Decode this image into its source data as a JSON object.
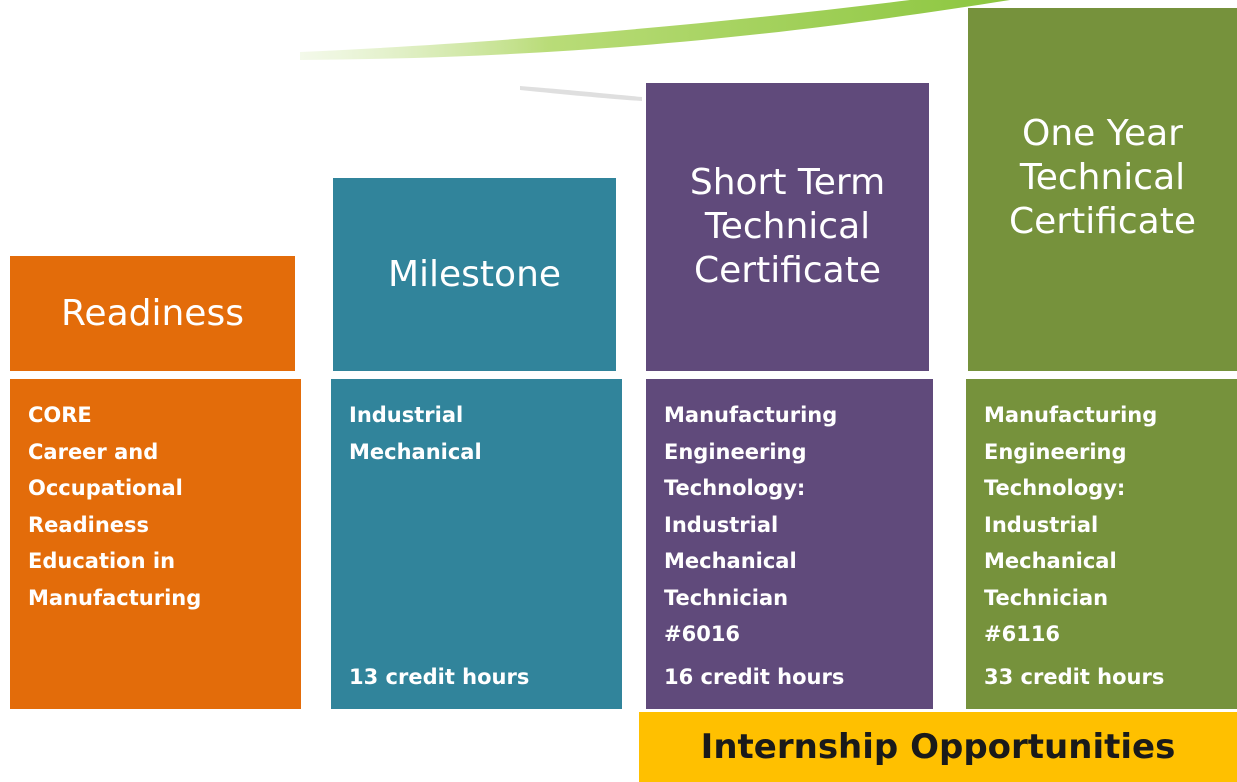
{
  "steps": [
    {
      "header_lines": [
        "Readiness"
      ],
      "body_lines": [
        "CORE",
        "Career and",
        "Occupational",
        "Readiness",
        "Education in",
        "Manufacturing"
      ],
      "credits": "",
      "color": "#e36c0a"
    },
    {
      "header_lines": [
        "Milestone"
      ],
      "body_lines": [
        "Industrial",
        "Mechanical"
      ],
      "credits": "13 credit hours",
      "color": "#31849b"
    },
    {
      "header_lines": [
        "Short Term",
        "Technical",
        "Certificate"
      ],
      "body_lines": [
        "Manufacturing",
        "Engineering",
        "Technology:",
        "Industrial",
        "Mechanical",
        "Technician",
        "#6016"
      ],
      "credits": "16 credit hours",
      "color": "#604a7b"
    },
    {
      "header_lines": [
        "One Year",
        "Technical",
        "Certificate"
      ],
      "body_lines": [
        "Manufacturing",
        "Engineering",
        "Technology:",
        "Industrial",
        "Mechanical",
        "Technician",
        "#6116"
      ],
      "credits": "33 credit hours",
      "color": "#76923c"
    }
  ],
  "internship": "Internship Opportunities",
  "colors": {
    "internship": "#ffc000",
    "swoosh": "#9ccc3c"
  }
}
